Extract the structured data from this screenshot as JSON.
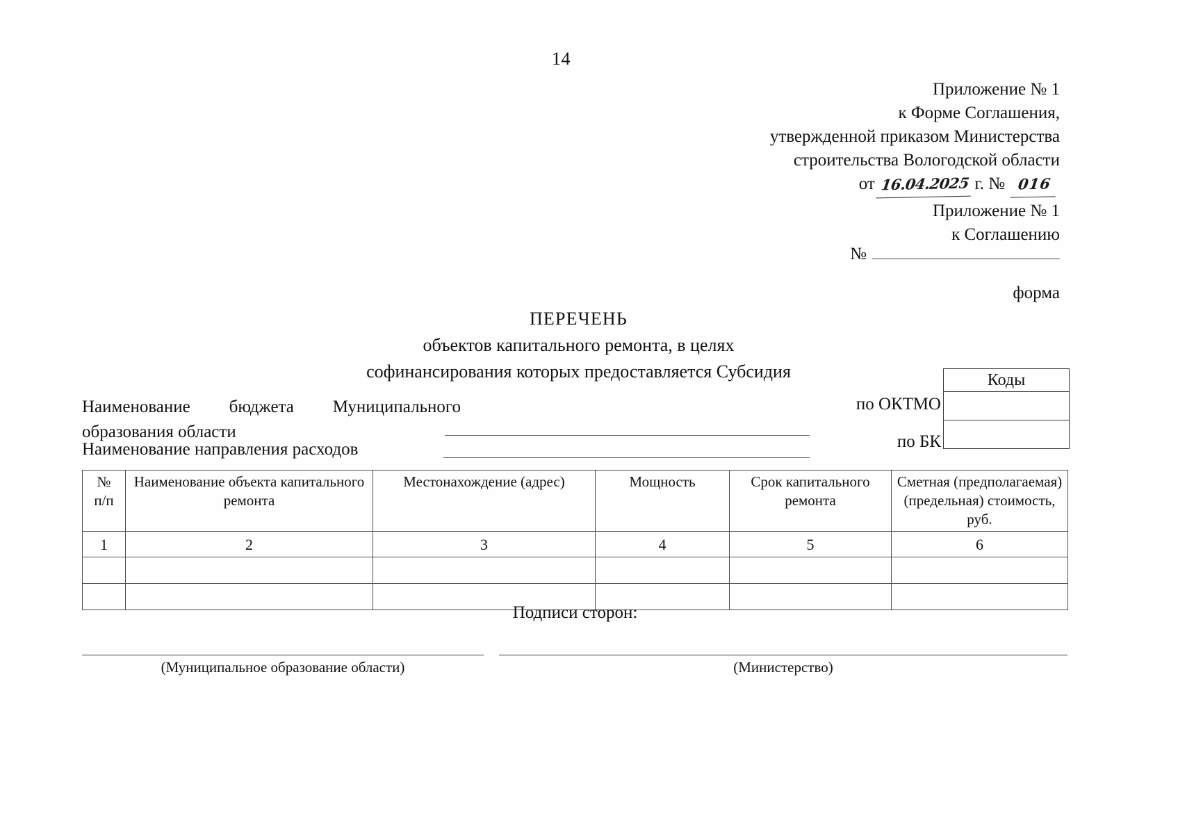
{
  "page": {
    "number": "14"
  },
  "header_appendix_form": {
    "line1": "Приложение № 1",
    "line2": "к Форме Соглашения,",
    "line3": "утвержденной приказом Министерства",
    "line4": "строительства Вологодской области",
    "date_prefix": "от",
    "date_value": "16.04.2025",
    "date_suffix": "г. №",
    "doc_number": "016"
  },
  "header_appendix_agreement": {
    "line1": "Приложение № 1",
    "line2": "к Соглашению",
    "number_label": "№"
  },
  "forma_label": "форма",
  "title": {
    "main": "ПЕРЕЧЕНЬ",
    "line2": "объектов капитального ремонта, в целях",
    "line3": "софинансирования которых предоставляется Субсидия"
  },
  "labels": {
    "budget_line1": "Наименование бюджета Муниципального",
    "budget_line2": "образования области",
    "expenses": "Наименование направления расходов",
    "oktmo": "по ОКТМО",
    "bk": "по БК"
  },
  "codes_box": {
    "title": "Коды"
  },
  "table": {
    "headers": [
      "№\nп/п",
      "Наименование объекта капитального ремонта",
      "Местонахождение (адрес)",
      "Мощность",
      "Срок капитального ремонта",
      "Сметная (предполагаемая) (предельная) стоимость, руб."
    ],
    "header_h1_l1": "№",
    "header_h1_l2": "п/п",
    "header_h2_l1": "Наименование объекта капитального",
    "header_h2_l2": "ремонта",
    "header_h3_l1": "Местонахождение (адрес)",
    "header_h4_l1": "Мощность",
    "header_h5_l1": "Срок капитального",
    "header_h5_l2": "ремонта",
    "header_h6_l1": "Сметная (предполагаемая)",
    "header_h6_l2": "(предельная) стоимость,",
    "header_h6_l3": "руб.",
    "number_row": [
      "1",
      "2",
      "3",
      "4",
      "5",
      "6"
    ],
    "empty_rows": 2
  },
  "signatures": {
    "title": "Подписи сторон:",
    "left_caption": "(Муниципальное образование области)",
    "right_caption": "(Министерство)"
  }
}
